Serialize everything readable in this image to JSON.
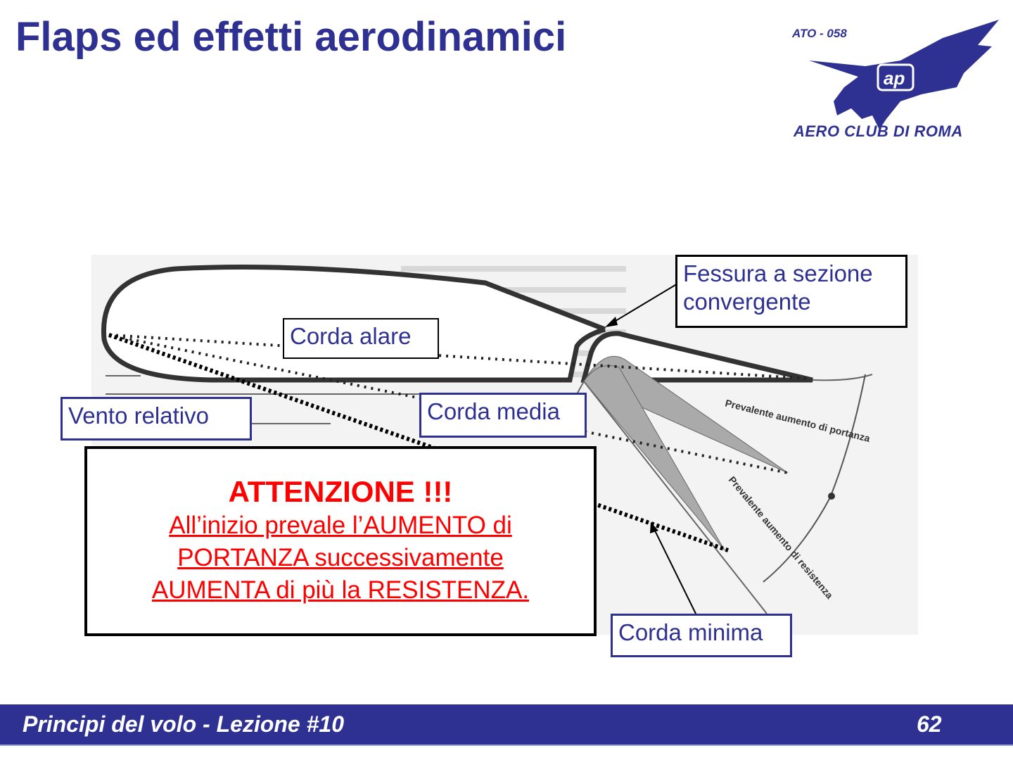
{
  "slide": {
    "title": "Flaps ed effetti aerodinamici",
    "page_number": "62"
  },
  "logo": {
    "code": "ATO - 058",
    "monogram": "ap",
    "name": "AERO CLUB DI ROMA",
    "color": "#2e3192"
  },
  "diagram": {
    "labels": {
      "slot": "Fessura a sezione convergente",
      "slot_line1": "Fessura a sezione",
      "slot_line2": "convergente",
      "chord_wing": "Corda alare",
      "relative_wind": "Vento relativo",
      "chord_mean": "Corda media",
      "chord_min": "Corda minima"
    },
    "annotations": {
      "lift": "Prevalente aumento di portanza",
      "drag": "Prevalente aumento di resistenza"
    }
  },
  "warning": {
    "heading": "ATTENZIONE !!!",
    "line1": "All’inizio prevale l’AUMENTO di",
    "line2": "PORTANZA successivamente",
    "line3": "AUMENTA di più la RESISTENZA.",
    "color": "#ff0000"
  },
  "footer": {
    "text": "Principi del volo - Lezione #10",
    "page": "62",
    "background": "#2e3192"
  }
}
